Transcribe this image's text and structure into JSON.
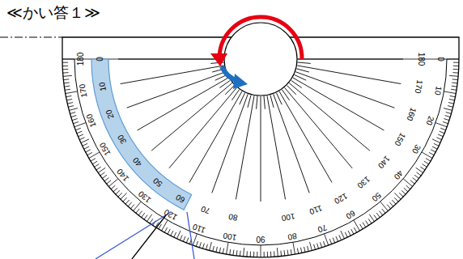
{
  "diagram": {
    "title": "≪かい答１≫",
    "labels": [
      "0",
      "10",
      "20",
      "30",
      "40",
      "50",
      "60",
      "70",
      "80",
      "90",
      "100",
      "110",
      "120",
      "130",
      "140",
      "150",
      "160",
      "170",
      "180",
      "0",
      "10",
      "20",
      "30",
      "40",
      "50",
      "60",
      "70",
      "80",
      "100",
      "110",
      "120",
      "130",
      "140",
      "150",
      "160",
      "170",
      "180"
    ]
  }
}
